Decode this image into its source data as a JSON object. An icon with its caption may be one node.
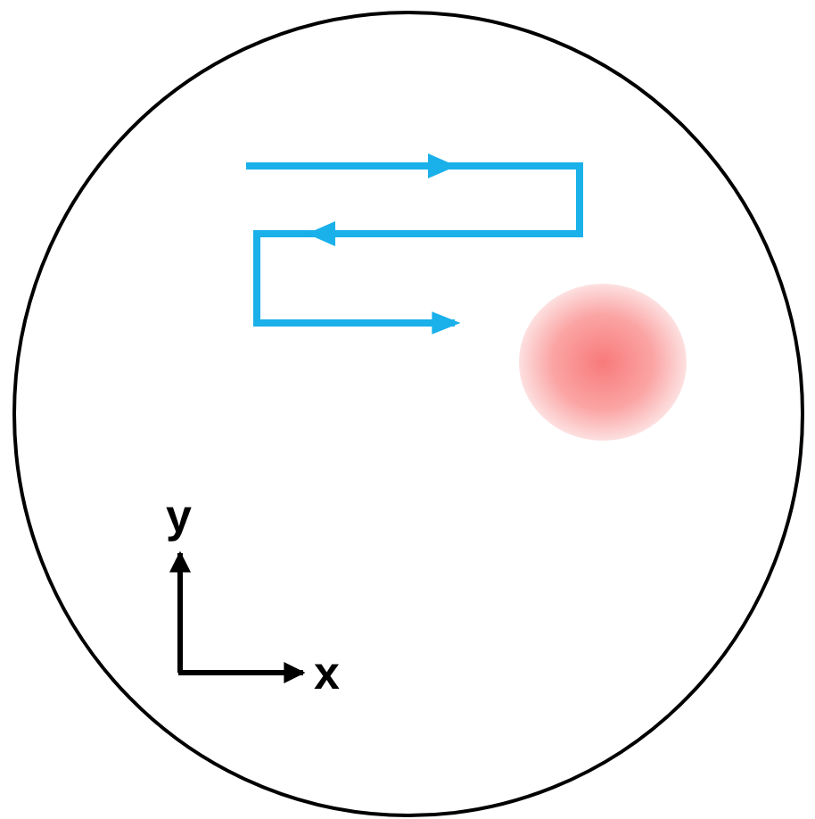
{
  "diagram": {
    "nodes": [
      {
        "text": [],
        "shape": "circle"
      }
    ],
    "labels": [
      "y",
      "x"
    ]
  }
}
